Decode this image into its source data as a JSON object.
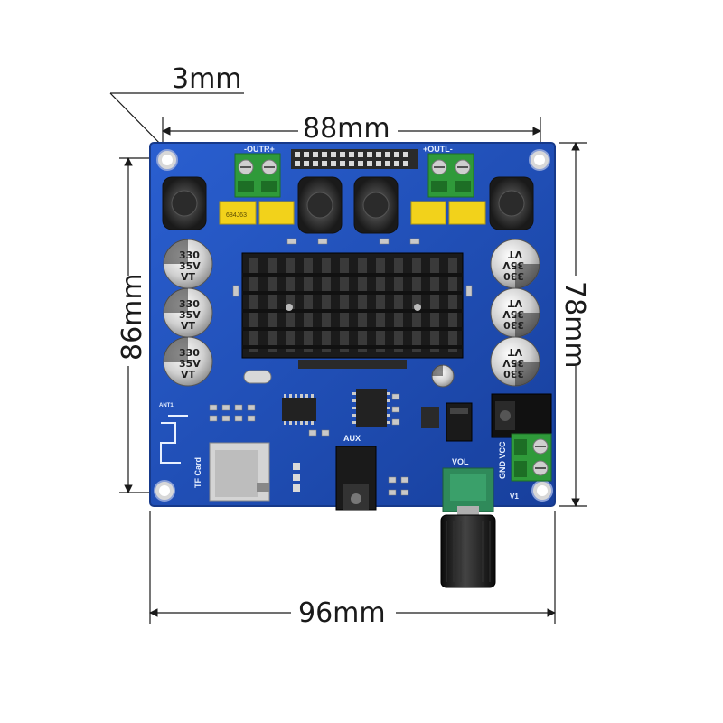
{
  "dimensions": {
    "hole_offset": "3mm",
    "hole_spacing_width": "88mm",
    "hole_spacing_height": "86mm",
    "board_height": "78mm",
    "overall_width": "96mm"
  },
  "board": {
    "out_left_label": "-OUTR+",
    "out_right_label": "+OUTL-",
    "power_label": "GND VCC",
    "volume_label": "VOL",
    "aux_label": "AUX",
    "tf_label": "TF Card",
    "antenna_label": "ANT1",
    "v1_label": "V1",
    "capacitors": [
      {
        "lines": [
          "330",
          "35V",
          "VT"
        ]
      },
      {
        "lines": [
          "330",
          "35V",
          "VT"
        ]
      },
      {
        "lines": [
          "330",
          "35V",
          "VT"
        ]
      },
      {
        "lines": [
          "330",
          "35V",
          "VT"
        ]
      },
      {
        "lines": [
          "330",
          "35V",
          "VT"
        ]
      },
      {
        "lines": [
          "330",
          "35V",
          "VT"
        ]
      }
    ],
    "film_cap_label": "684J63"
  },
  "colors": {
    "pcb": "#1f4fb8",
    "pcb_edge": "#16398a",
    "terminal": "#2f9a3a",
    "heatsink": "#1b1b1b",
    "film_cap": "#f2d21b",
    "dimension_line": "#1a1a1a"
  }
}
